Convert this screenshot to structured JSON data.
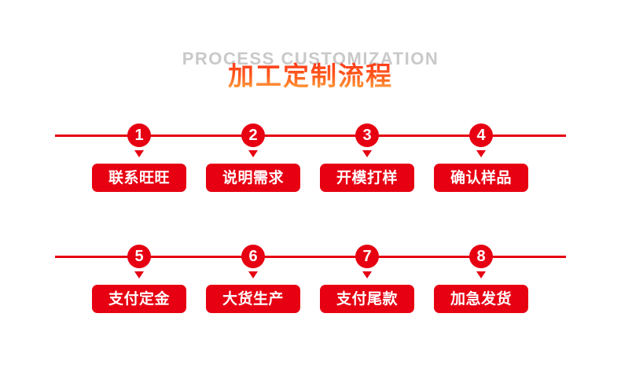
{
  "header": {
    "background_text": "PROCESS CUSTOMIZATION",
    "title": "加工定制流程"
  },
  "colors": {
    "accent": "#e60012",
    "title_gradient_top": "#ff2a1a",
    "title_gradient_bottom": "#ffb347",
    "background_text": "#c9c9c9"
  },
  "steps": [
    {
      "number": "1",
      "label": "联系旺旺"
    },
    {
      "number": "2",
      "label": "说明需求"
    },
    {
      "number": "3",
      "label": "开模打样"
    },
    {
      "number": "4",
      "label": "确认样品"
    },
    {
      "number": "5",
      "label": "支付定金"
    },
    {
      "number": "6",
      "label": "大货生产"
    },
    {
      "number": "7",
      "label": "支付尾款"
    },
    {
      "number": "8",
      "label": "加急发货"
    }
  ]
}
